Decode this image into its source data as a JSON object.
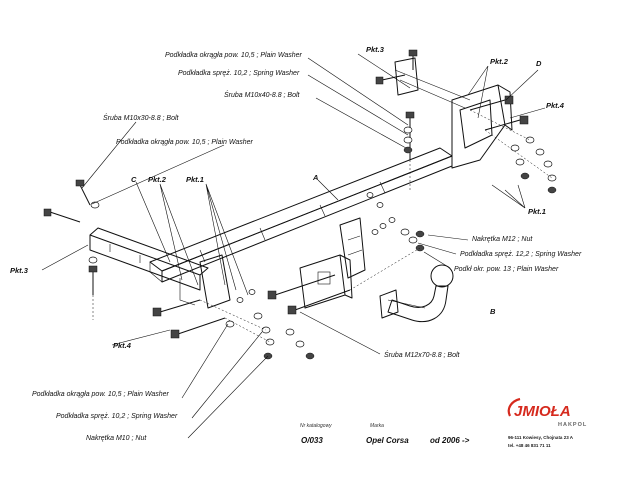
{
  "labels": {
    "washer_top": "Podkładka okrągła pow. 10,5 ; Plain Washer",
    "spring_top": "Podkładka spręż. 10,2 ; Spring Washer",
    "bolt_m10x40": "Śruba M10x40-8.8 ; Bolt",
    "bolt_m10x30": "Śruba M10x30-8.8 ; Bolt",
    "washer_left": "Podkładka okrągła pow. 10,5 ; Plain Washer",
    "nut_m12": "Nakrętka M12 ; Nut",
    "spring_12": "Podkładka spręż. 12,2 ; Spring Washer",
    "washer_13": "Podkł okr. pow. 13 ; Plain Washer",
    "bolt_m12x70": "Śruba M12x70-8.8 ; Bolt",
    "washer_bottom": "Podkładka okrągła pow. 10,5 ; Plain Washer",
    "spring_bottom": "Podkładka spręż. 10,2 ; Spring Washer",
    "nut_m10": "Nakrętka M10 ; Nut"
  },
  "callouts": {
    "pkt3_top": "Pkt.3",
    "pkt2_right": "Pkt.2",
    "d": "D",
    "pkt4_right": "Pkt.4",
    "pkt1_right": "Pkt.1",
    "a": "A",
    "c": "C",
    "pkt2_left": "Pkt.2",
    "pkt1_left": "Pkt.1",
    "pkt3_left": "Pkt.3",
    "pkt4_left": "Pkt.4",
    "b": "B"
  },
  "footer": {
    "catalog_label": "Nr katalogowy",
    "catalog_value": "O/033",
    "make_label": "Marka",
    "make_value": "Opel Corsa",
    "year_value": "od 2006 ->",
    "logo": "JMIOŁA",
    "logo_sub": "HAKPOL",
    "address": "96-111 Kowiesy, Chojnata 23 A",
    "phone": "tel. +48 46 831 71 11"
  },
  "colors": {
    "logo_red": "#d62a1e",
    "ink": "#111111"
  }
}
